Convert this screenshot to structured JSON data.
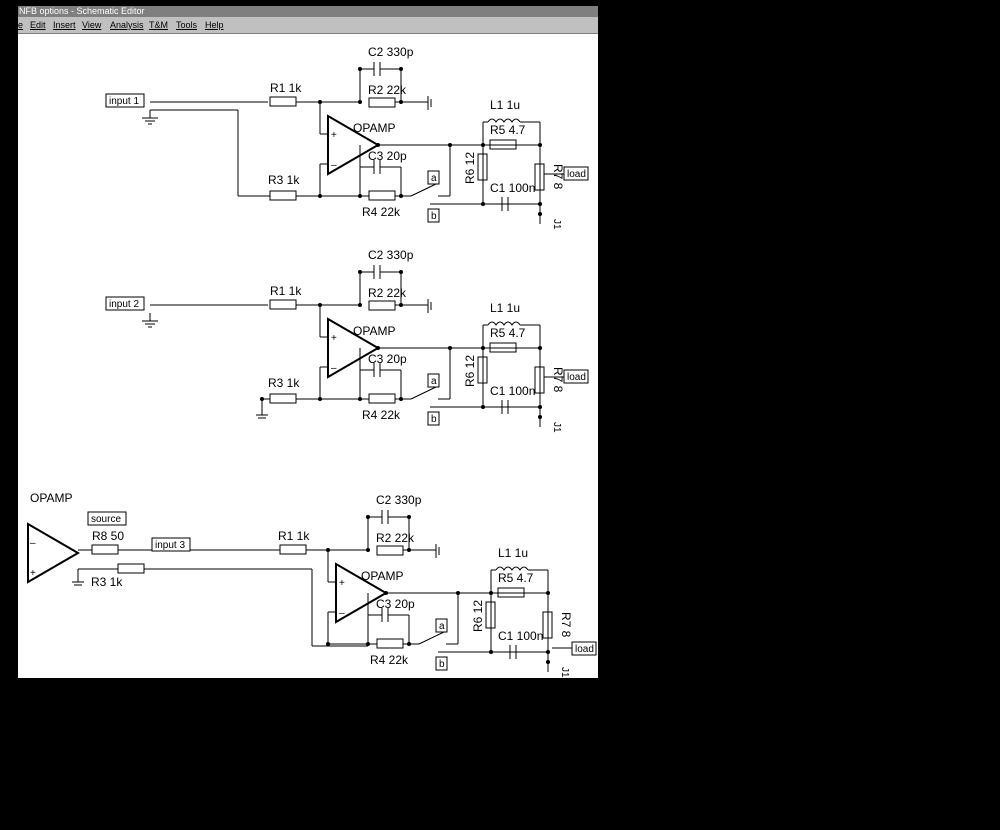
{
  "window": {
    "title": "NFB options - Schematic Editor",
    "menu": [
      "e",
      "Edit",
      "Insert",
      "View",
      "Analysis",
      "T&M",
      "Tools",
      "Help"
    ]
  },
  "schematic": {
    "circuits": [
      {
        "input_label": "input 1",
        "r_in": "R1 1k",
        "c2": "C2 330p",
        "r2": "R2 22k",
        "opamp": "OPAMP",
        "l1": "L1 1u",
        "r5": "R5 4.7",
        "r6": "R6 12",
        "r7": "R7 8",
        "c3": "C3 20p",
        "r3": "R3 1k",
        "r4": "R4 22k",
        "c1": "C1 100n",
        "sw_a": "a",
        "sw_b": "b",
        "load": "load",
        "jumper": "J1"
      },
      {
        "input_label": "input 2",
        "r_in": "R1 1k",
        "c2": "C2 330p",
        "r2": "R2 22k",
        "opamp": "OPAMP",
        "l1": "L1 1u",
        "r5": "R5 4.7",
        "r6": "R6 12",
        "r7": "R7 8",
        "c3": "C3 20p",
        "r3": "R3 1k",
        "r4": "R4 22k",
        "c1": "C1 100n",
        "sw_a": "a",
        "sw_b": "b",
        "load": "load",
        "jumper": "J1"
      },
      {
        "input_label": "input 3",
        "r_in": "R1 1k",
        "c2": "C2 330p",
        "r2": "R2 22k",
        "opamp": "OPAMP",
        "l1": "L1 1u",
        "r5": "R5 4.7",
        "r6": "R6 12",
        "r7": "R7 8",
        "c3": "C3 20p",
        "r4": "R4 22k",
        "c1": "C1 100n",
        "sw_a": "a",
        "sw_b": "b",
        "load": "load",
        "jumper": "J1"
      }
    ],
    "source_stage": {
      "opamp": "OPAMP",
      "source_label": "source",
      "r8": "R8 50",
      "r3": "R3 1k"
    }
  }
}
